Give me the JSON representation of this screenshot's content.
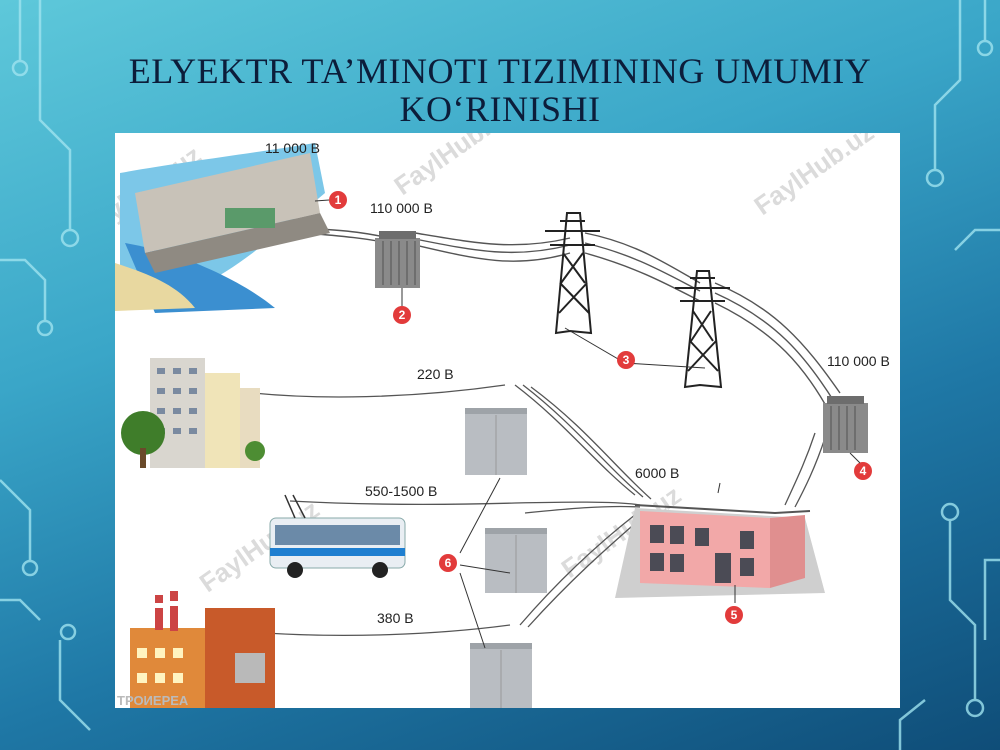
{
  "slide": {
    "title_line1": "ELYEKTR TA’MINOTI TIZIMINING UMUMIY",
    "title_line2": "KO‘RINISHI"
  },
  "diagram": {
    "voltages": {
      "plant": "11 000 В",
      "step_up": "110 000 В",
      "step_down_in": "110 000 В",
      "distribution": "6000 В",
      "residential": "220 В",
      "transport": "550-1500 В",
      "industry": "380 В"
    },
    "markers": [
      "1",
      "2",
      "3",
      "4",
      "5",
      "6"
    ],
    "watermark": "FaylHub.uz",
    "corner_mark": "ТРОИЕРЕА"
  },
  "colors": {
    "marker": "#e23b3b",
    "title": "#0c1d3a",
    "building": "#f2a8a8"
  }
}
